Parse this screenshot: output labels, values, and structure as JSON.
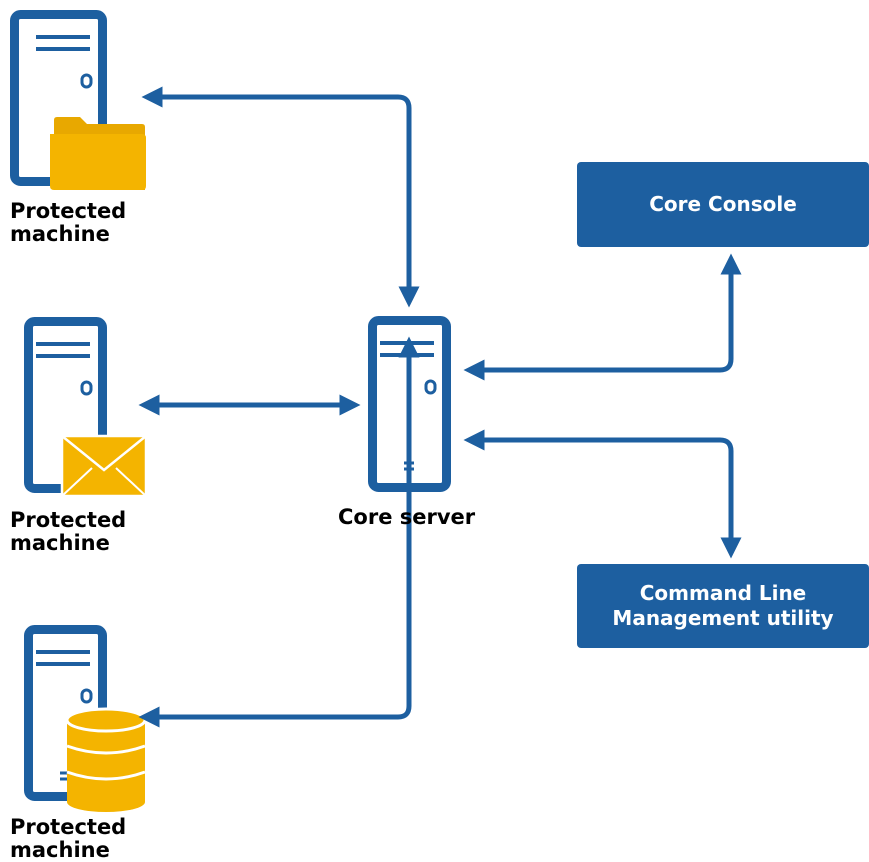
{
  "colors": {
    "primary": "#1d5fa0",
    "accent": "#f4b400",
    "background": "#ffffff"
  },
  "nodes": {
    "protected_machine_1": {
      "label": "Protected\nmachine",
      "icon": "folder-icon"
    },
    "protected_machine_2": {
      "label": "Protected\nmachine",
      "icon": "envelope-icon"
    },
    "protected_machine_3": {
      "label": "Protected\nmachine",
      "icon": "database-icon"
    },
    "core_server": {
      "label": "Core server",
      "icon": "server-icon"
    },
    "core_console": {
      "label": "Core Console"
    },
    "cli_utility": {
      "label": "Command Line\nManagement utility"
    }
  },
  "connections": [
    {
      "from": "core_server",
      "to": "protected_machine_1",
      "direction": "bidirectional"
    },
    {
      "from": "core_server",
      "to": "protected_machine_2",
      "direction": "bidirectional"
    },
    {
      "from": "core_server",
      "to": "protected_machine_3",
      "direction": "bidirectional"
    },
    {
      "from": "core_server",
      "to": "core_console",
      "direction": "bidirectional"
    },
    {
      "from": "core_server",
      "to": "cli_utility",
      "direction": "bidirectional"
    }
  ]
}
